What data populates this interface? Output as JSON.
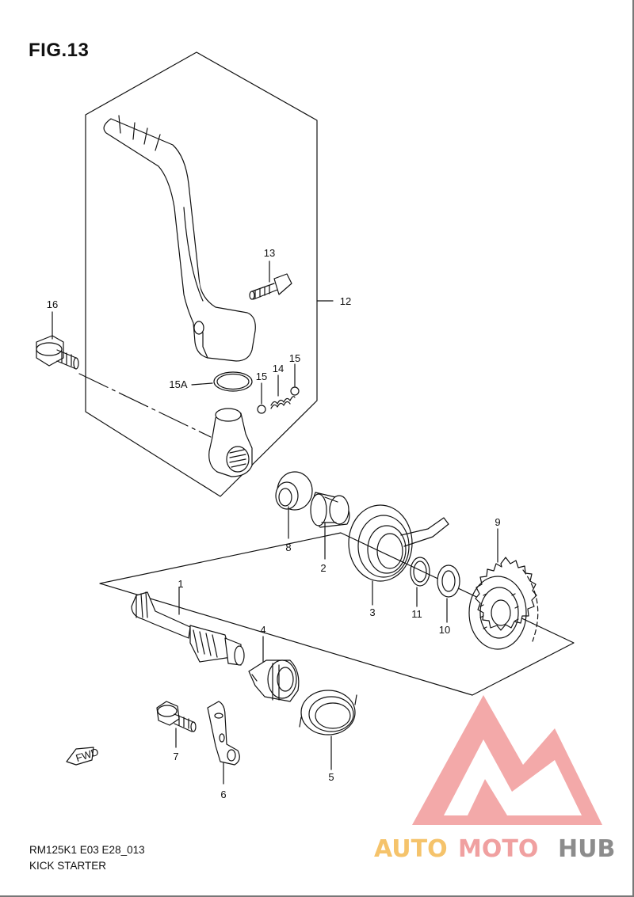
{
  "figure": {
    "title": "FIG.13",
    "model_code": "RM125K1 E03 E28_013",
    "section_name": "KICK STARTER"
  },
  "parts": [
    {
      "no": "1"
    },
    {
      "no": "2"
    },
    {
      "no": "3"
    },
    {
      "no": "4"
    },
    {
      "no": "5"
    },
    {
      "no": "6"
    },
    {
      "no": "7"
    },
    {
      "no": "8"
    },
    {
      "no": "9"
    },
    {
      "no": "10"
    },
    {
      "no": "11"
    },
    {
      "no": "12"
    },
    {
      "no": "13"
    },
    {
      "no": "14"
    },
    {
      "no": "15"
    },
    {
      "no": "15"
    },
    {
      "no": "15A"
    },
    {
      "no": "16"
    }
  ],
  "direction_marker": "FWD",
  "watermark": {
    "part1": "AUTO",
    "part2": "MOTO",
    "part3": "HUB",
    "colors": {
      "auto": "#f5c36b",
      "moto": "#f0a0a0",
      "hub": "#8c8c8c",
      "logo": "#f19a9a"
    }
  }
}
